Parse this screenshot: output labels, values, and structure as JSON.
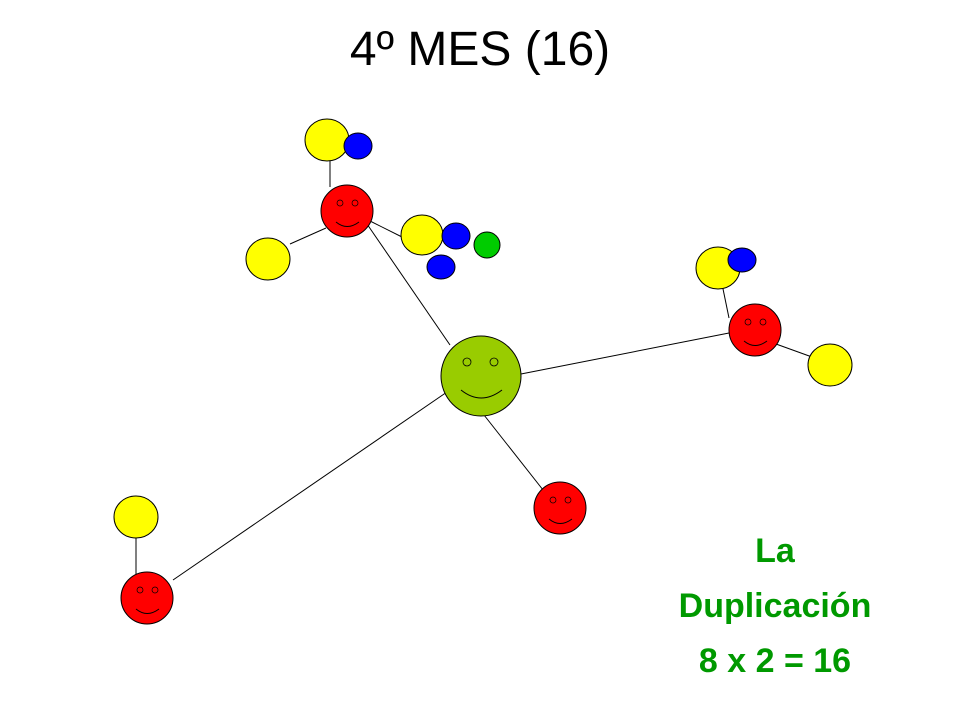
{
  "title": "4º MES (16)",
  "caption": {
    "line1": "La",
    "line2": "Duplicación",
    "line3": "8 x 2 = 16"
  },
  "colors": {
    "center": "#99cc00",
    "disciple": "#ff0000",
    "yellow": "#ffff00",
    "blue": "#0000ff",
    "green": "#00cc00",
    "caption": "#009900",
    "line": "#000000"
  }
}
